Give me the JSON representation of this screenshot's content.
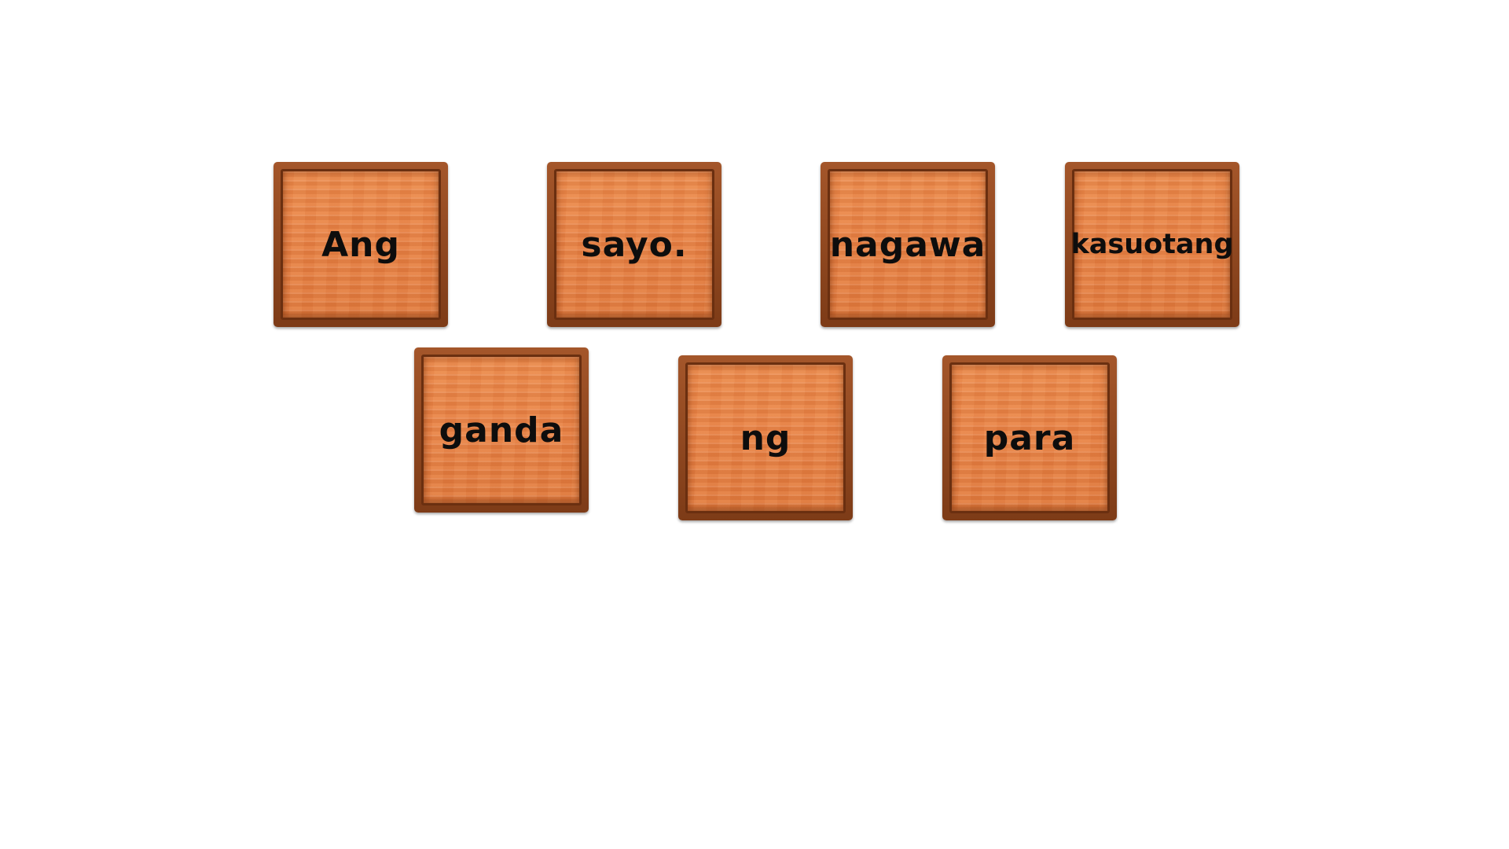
{
  "tiles": [
    {
      "word": "Ang"
    },
    {
      "word": "sayo."
    },
    {
      "word": "nagawa"
    },
    {
      "word": "kasuotang"
    },
    {
      "word": "ganda"
    },
    {
      "word": "ng"
    },
    {
      "word": "para"
    }
  ]
}
